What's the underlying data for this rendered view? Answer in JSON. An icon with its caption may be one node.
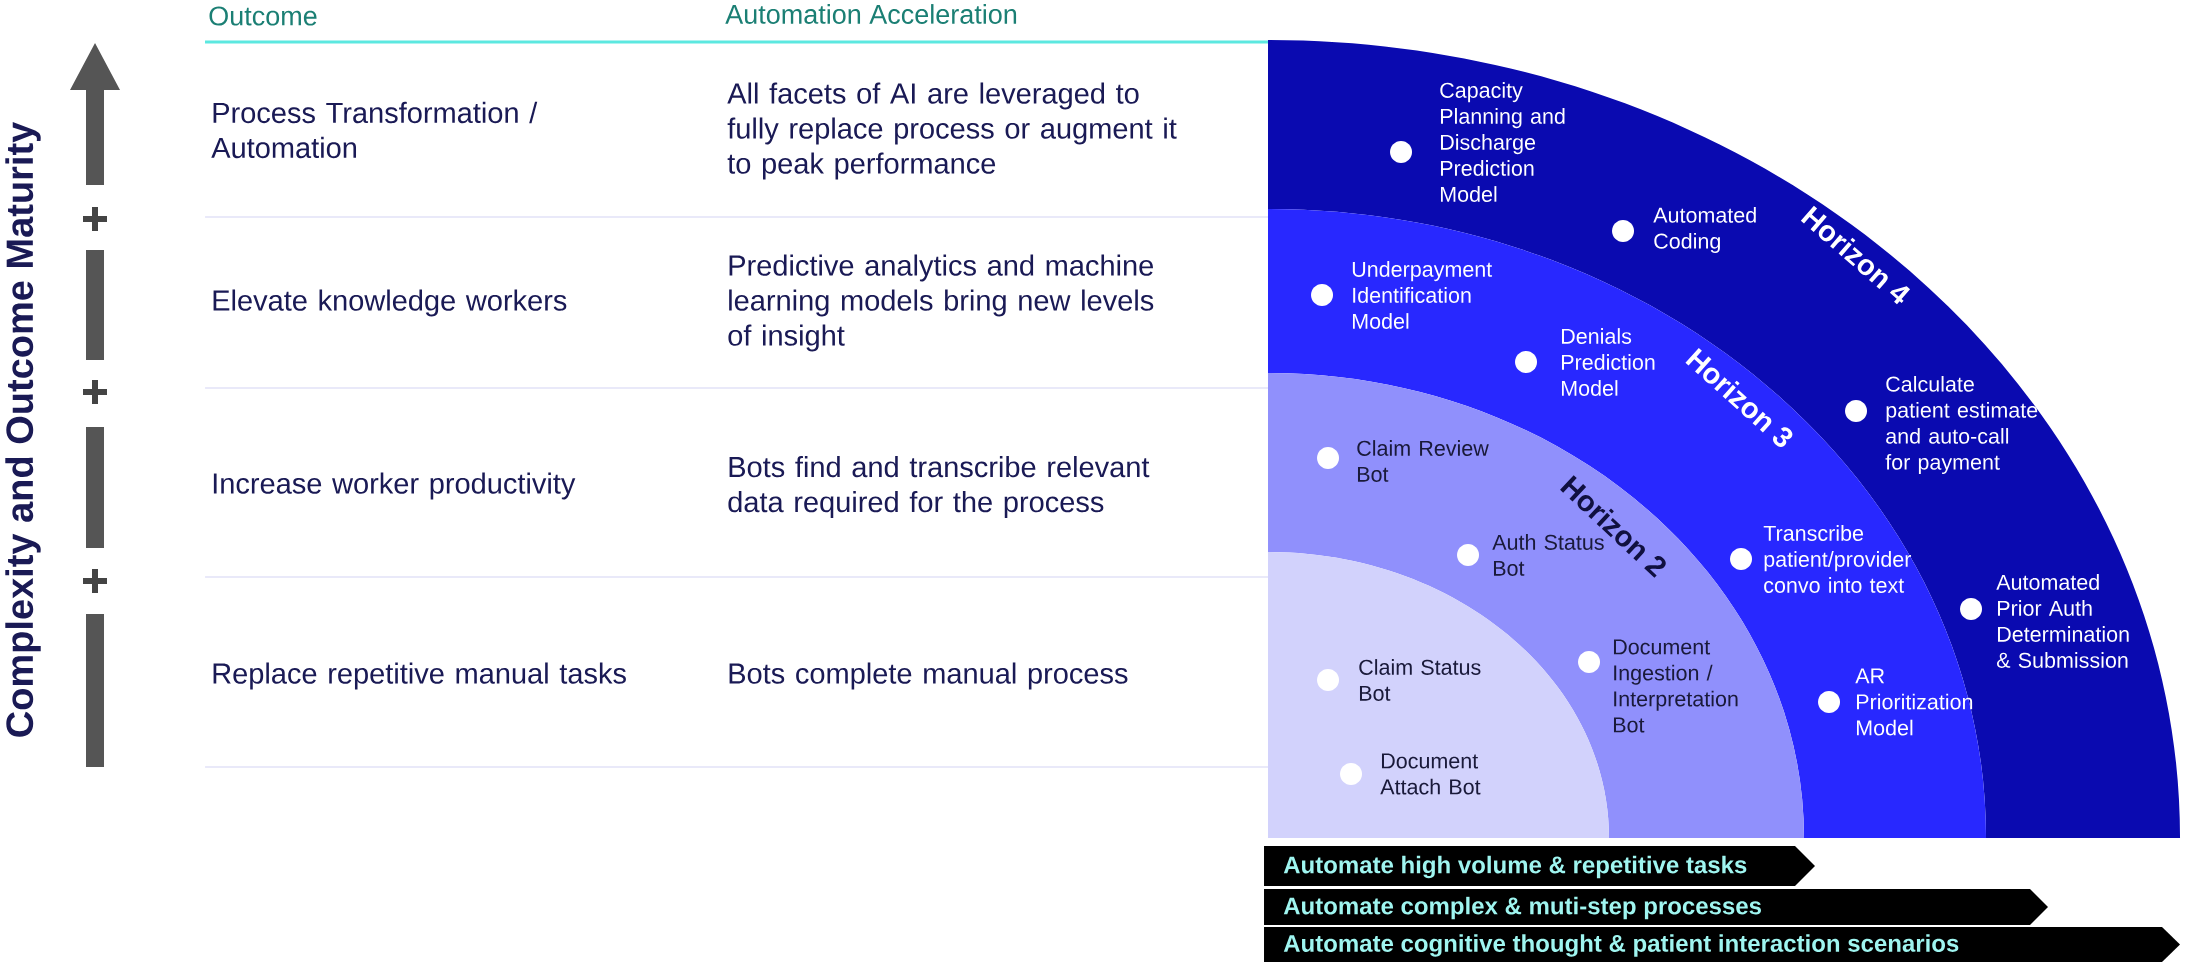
{
  "diagram": {
    "nodes": [
      {
        "text": [
          "Horizon 4"
        ]
      },
      {
        "text": [
          "Capacity Planning and Discharge Prediction Model"
        ],
        "in": 0
      },
      {
        "text": [
          "Automated Coding"
        ],
        "in": 0
      },
      {
        "text": [
          "Calculate patient estimate and auto-call for payment"
        ],
        "in": 0
      },
      {
        "text": [
          "Automated Prior Auth Determination & Submission"
        ],
        "in": 0
      },
      {
        "text": [
          "Horizon 3"
        ]
      },
      {
        "text": [
          "Underpayment Identification Model"
        ],
        "in": 5
      },
      {
        "text": [
          "Denials Prediction Model"
        ],
        "in": 5
      },
      {
        "text": [
          "Transcribe patient/provider convo into text"
        ],
        "in": 5
      },
      {
        "text": [
          "AR Prioritization Model"
        ],
        "in": 5
      },
      {
        "text": [
          "Horizon 2"
        ]
      },
      {
        "text": [
          "Claim Review Bot"
        ],
        "in": 10
      },
      {
        "text": [
          "Auth Status Bot"
        ],
        "in": 10
      },
      {
        "text": [
          "Document Ingestion / Interpretation Bot"
        ],
        "in": 10
      },
      {
        "text": [],
        "shape": "sector"
      },
      {
        "text": [
          "Claim Status Bot"
        ],
        "in": 14
      },
      {
        "text": [
          "Document Attach Bot"
        ],
        "in": 14
      },
      {
        "text": [
          "Automate high volume & repetitive tasks"
        ]
      },
      {
        "text": [
          "Automate complex & muti-step processes"
        ]
      },
      {
        "text": [
          "Automate cognitive thought & patient interaction scenarios"
        ]
      }
    ],
    "labels": [
      "Outcome",
      "Automation Acceleration",
      "Process Transformation / Automation",
      "All facets of AI are leveraged to fully replace process or augment it to peak performance",
      "Elevate knowledge workers",
      "Predictive analytics and machine learning models bring new levels of insight",
      "Increase worker productivity",
      "Bots find and transcribe relevant data required for the process",
      "Replace repetitive manual tasks",
      "Bots complete manual process",
      "Complexity and Outcome Maturity"
    ]
  }
}
